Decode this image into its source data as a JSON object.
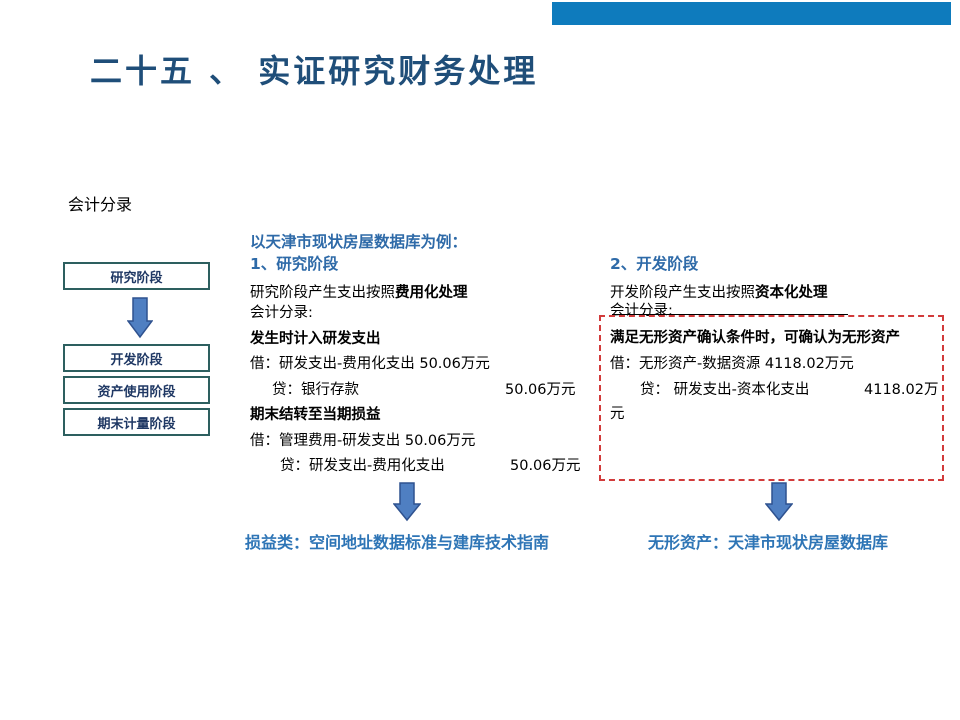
{
  "header": {
    "title": "二十五 、 实证研究财务处理"
  },
  "section_label": "会计分录",
  "stages": [
    "研究阶段",
    "开发阶段",
    "资产使用阶段",
    "期末计量阶段"
  ],
  "example": {
    "heading": "以天津市现状房屋数据库为例：",
    "research": {
      "heading": "1、研究阶段",
      "desc_prefix": "研究阶段产生支出按照",
      "desc_bold": "费用化处理",
      "entry_label": "会计分录:",
      "event1": "发生时计入研发支出",
      "debit1": "借：研发支出-费用化支出  50.06万元",
      "credit1_label": "贷：银行存款",
      "credit1_amount": "50.06万元",
      "event2": "期末结转至当期损益",
      "debit2": "借：管理费用-研发支出     50.06万元",
      "credit2_label": "贷：研发支出-费用化支出",
      "credit2_amount": "50.06万元",
      "result": "损益类：空间地址数据标准与建库技术指南"
    },
    "development": {
      "heading": "2、开发阶段",
      "desc_prefix": "开发阶段产生支出按照",
      "desc_bold": "资本化处理",
      "entry_label": "会计分录:",
      "condition": "满足无形资产确认条件时，可确认为无形资产",
      "debit": "借：无形资产-数据资源     4118.02万元",
      "credit_label": "贷： 研发支出-资本化支出",
      "credit_amount_line1": "4118.02万",
      "credit_amount_line2": "元",
      "result": "无形资产：天津市现状房屋数据库"
    }
  },
  "colors": {
    "top_bar": "#0e7bbd",
    "title": "#1f4e79",
    "arrow_fill": "#4f7fc2",
    "arrow_stroke": "#2f528f",
    "dash_border": "#d23b3b"
  }
}
